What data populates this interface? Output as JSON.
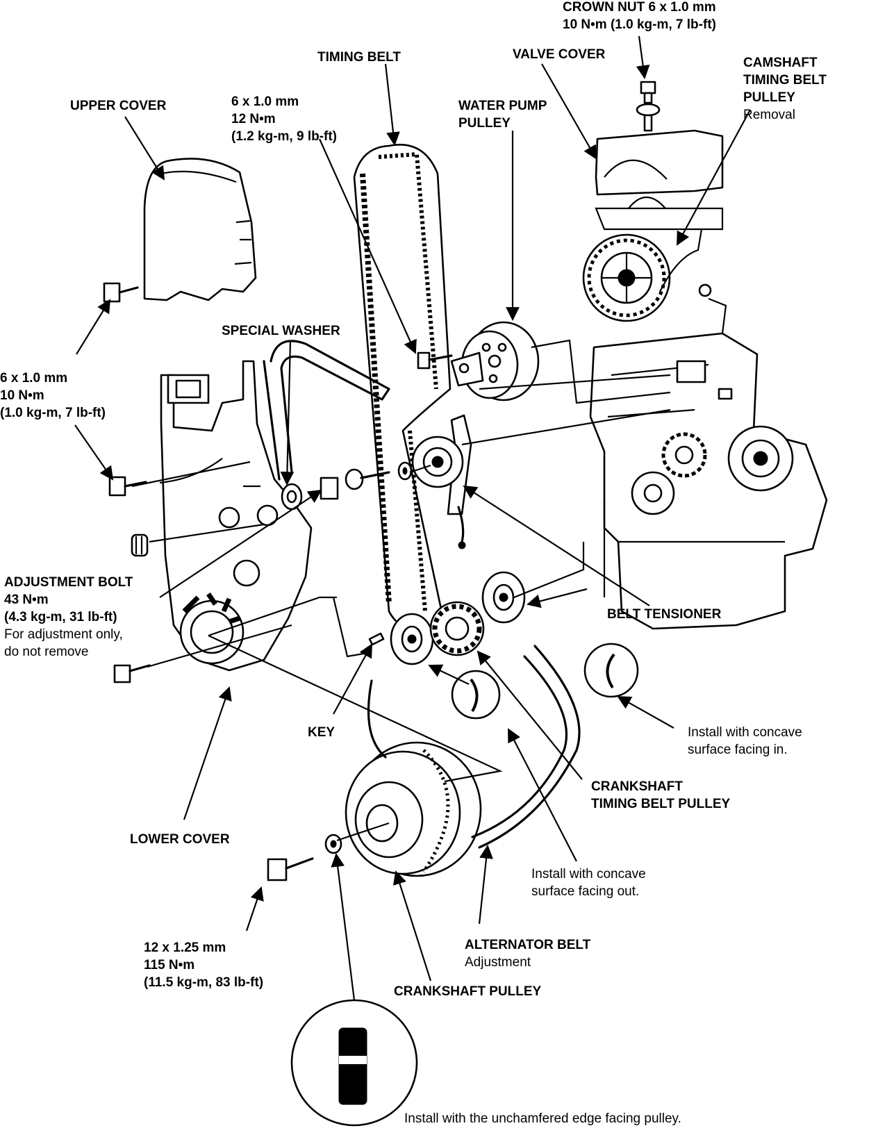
{
  "labels": {
    "crown_nut": [
      "CROWN NUT 6 x 1.0 mm",
      "10 N•m (1.0 kg-m, 7 lb-ft)"
    ],
    "timing_belt": [
      "TIMING BELT"
    ],
    "valve_cover": [
      "VALVE COVER"
    ],
    "camshaft_pulley": [
      "CAMSHAFT",
      "TIMING BELT",
      "PULLEY"
    ],
    "camshaft_pulley_note": "Removal",
    "upper_cover": [
      "UPPER COVER"
    ],
    "bolt_6x1_12nm": [
      "6 x 1.0 mm",
      "12 N•m",
      "(1.2 kg-m, 9 lb-ft)"
    ],
    "water_pump_pulley": [
      "WATER PUMP",
      "PULLEY"
    ],
    "special_washer": [
      "SPECIAL WASHER"
    ],
    "bolt_6x1_10nm": [
      "6 x 1.0 mm",
      "10 N•m",
      "(1.0 kg-m, 7 lb-ft)"
    ],
    "adjustment_bolt": [
      "ADJUSTMENT BOLT",
      "43 N•m",
      "(4.3 kg-m, 31 lb-ft)"
    ],
    "adjustment_bolt_note": [
      "For adjustment only,",
      "do not remove"
    ],
    "belt_tensioner": [
      "BELT TENSIONER"
    ],
    "key": [
      "KEY"
    ],
    "concave_in_note": [
      "Install with concave",
      "surface facing in."
    ],
    "crankshaft_timing_pulley": [
      "CRANKSHAFT",
      "TIMING BELT PULLEY"
    ],
    "lower_cover": [
      "LOWER COVER"
    ],
    "concave_out_note": [
      "Install with concave",
      "surface facing out."
    ],
    "bolt_12x125": [
      "12 x 1.25 mm",
      "115 N•m",
      "(11.5 kg-m, 83 lb-ft)"
    ],
    "alternator_belt": [
      "ALTERNATOR BELT"
    ],
    "alternator_belt_note": "Adjustment",
    "crankshaft_pulley": [
      "CRANKSHAFT PULLEY"
    ],
    "unchamfered_note": "Install with the unchamfered edge facing pulley."
  },
  "icons": [
    "bolt-icon",
    "washer-icon",
    "pulley-icon",
    "gear-icon",
    "washer-profile-icon"
  ]
}
